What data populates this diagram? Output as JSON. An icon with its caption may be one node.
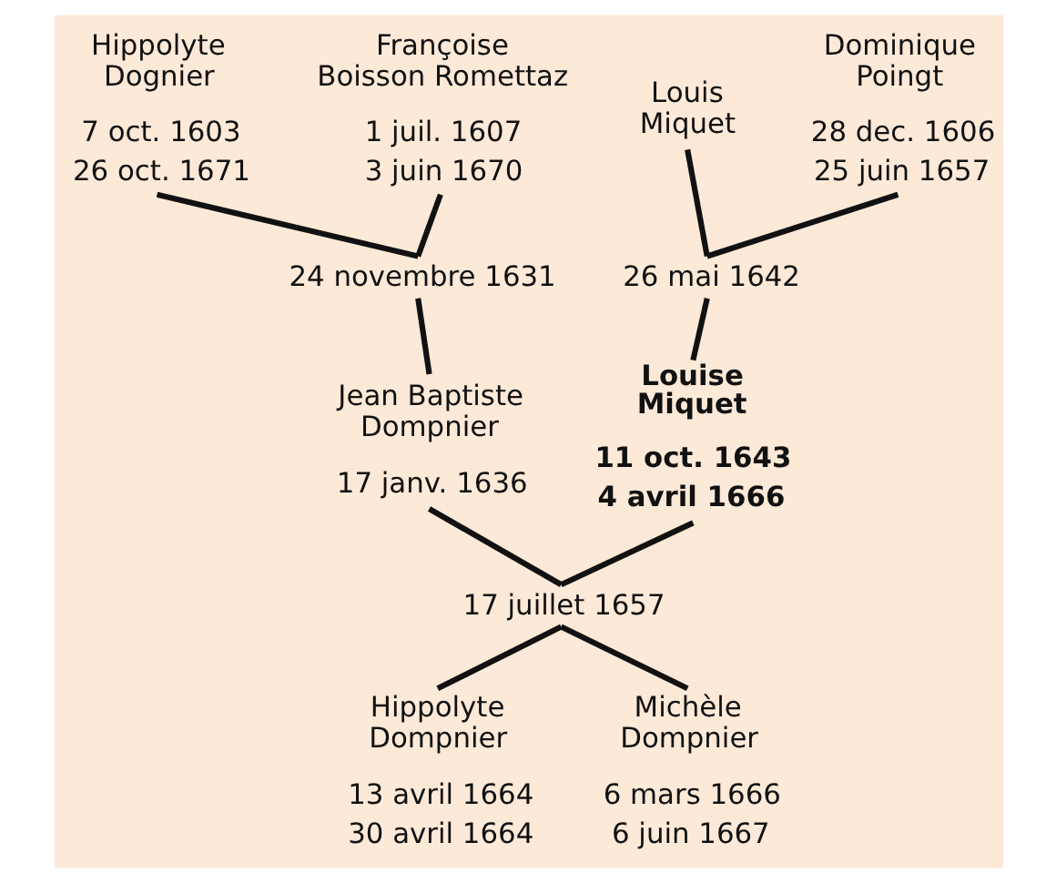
{
  "diagram": {
    "nodes": [
      {
        "text": [
          "Hippolyte Dognier",
          "7 oct. 1603",
          "26 oct. 1671"
        ]
      },
      {
        "text": [
          "Françoise Boisson Romettaz",
          "1 juil. 1607",
          "3 juin 1670"
        ]
      },
      {
        "text": [
          "Louis Miquet"
        ]
      },
      {
        "text": [
          "Dominique Poingt",
          "28 dec. 1606",
          "25 juin 1657"
        ]
      },
      {
        "text": [
          "24 novembre 1631"
        ]
      },
      {
        "text": [
          "26 mai 1642"
        ]
      },
      {
        "text": [
          "Jean Baptiste Dompnier",
          "17 janv. 1636"
        ]
      },
      {
        "text": [
          "Louise Miquet",
          "11 oct. 1643",
          "4 avril 1666"
        ]
      },
      {
        "text": [
          "17 juillet 1657"
        ]
      },
      {
        "text": [
          "Hippolyte Dompnier",
          "13 avril 1664",
          "30 avril 1664"
        ]
      },
      {
        "text": [
          "Michèle Dompnier",
          "6 mars 1666",
          "6 juin 1667"
        ]
      }
    ],
    "edges": [
      {
        "from": 0,
        "to": 4,
        "arrow": "none"
      },
      {
        "from": 1,
        "to": 4,
        "arrow": "none"
      },
      {
        "from": 4,
        "to": 6,
        "arrow": "none"
      },
      {
        "from": 2,
        "to": 5,
        "arrow": "none"
      },
      {
        "from": 3,
        "to": 5,
        "arrow": "none"
      },
      {
        "from": 5,
        "to": 7,
        "arrow": "none"
      },
      {
        "from": 6,
        "to": 8,
        "arrow": "none"
      },
      {
        "from": 7,
        "to": 8,
        "arrow": "none"
      },
      {
        "from": 8,
        "to": 9,
        "arrow": "none"
      },
      {
        "from": 8,
        "to": 10,
        "arrow": "none"
      }
    ]
  }
}
